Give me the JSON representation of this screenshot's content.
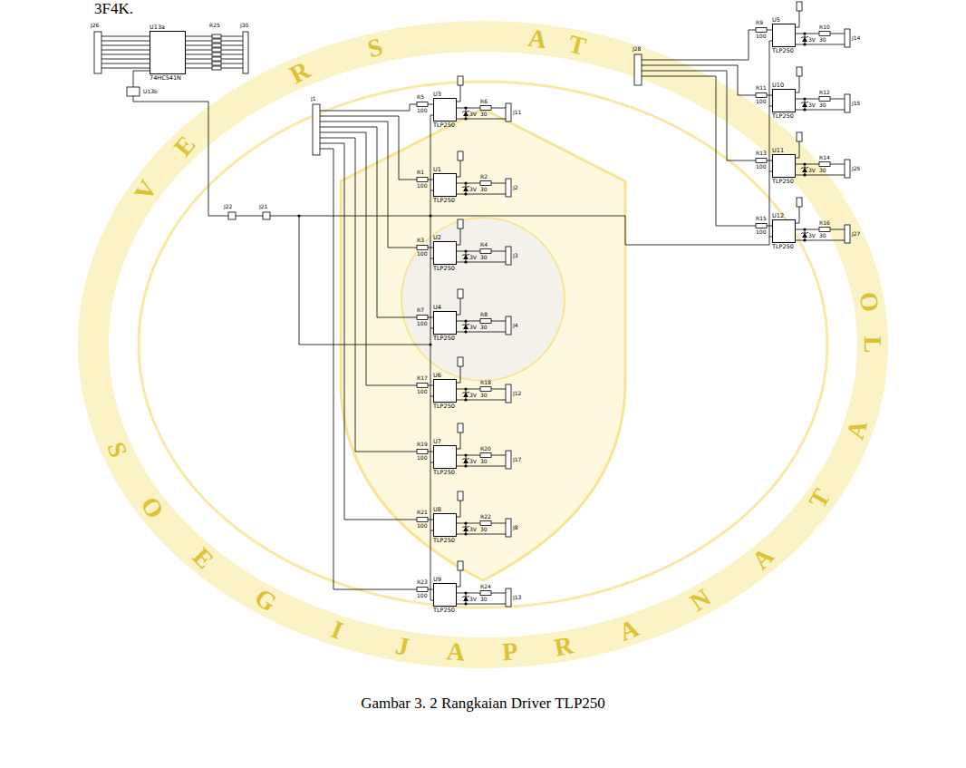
{
  "diagram": {
    "caption": "Gambar 3. 2 Rangkaian Driver TLP250",
    "nodes": [
      {
        "text": [
          "U13a",
          "74HC541N"
        ]
      },
      {
        "text": [
          "U3",
          "TLP250"
        ]
      },
      {
        "text": [
          "U1",
          "TLP250"
        ]
      },
      {
        "text": [
          "U2",
          "TLP250"
        ]
      },
      {
        "text": [
          "U4",
          "TLP250"
        ]
      },
      {
        "text": [
          "U6",
          "TLP250"
        ]
      },
      {
        "text": [
          "U7",
          "TLP250"
        ]
      },
      {
        "text": [
          "U8",
          "TLP250"
        ]
      },
      {
        "text": [
          "U9",
          "TLP250"
        ]
      },
      {
        "text": [
          "U5",
          "TLP250"
        ]
      },
      {
        "text": [
          "U10",
          "TLP250"
        ]
      },
      {
        "text": [
          "U11",
          "TLP250"
        ]
      },
      {
        "text": [
          "U12",
          "TLP250"
        ]
      }
    ],
    "labels": [
      "3F4K.",
      "R5",
      "100",
      "R6",
      "30",
      "3V",
      "J11",
      "R1",
      "100",
      "R2",
      "30",
      "3V",
      "J2",
      "R3",
      "100",
      "R4",
      "30",
      "3V",
      "J3",
      "R7",
      "100",
      "R8",
      "30",
      "3V",
      "J4",
      "R17",
      "100",
      "R18",
      "30",
      "3V",
      "J12",
      "R19",
      "100",
      "R20",
      "30",
      "3V",
      "J17",
      "R21",
      "100",
      "R22",
      "30",
      "3V",
      "J8",
      "R23",
      "100",
      "R24",
      "30",
      "3V",
      "J13",
      "R9",
      "100",
      "R10",
      "30",
      "3V",
      "J14",
      "R11",
      "100",
      "R12",
      "30",
      "3V",
      "J15",
      "R13",
      "100",
      "R14",
      "30",
      "3V",
      "J25",
      "R15",
      "100",
      "R16",
      "30",
      "3V",
      "J27",
      "J26",
      "R25",
      "J30",
      "U13b",
      "J22",
      "J21",
      "J1",
      "J28",
      "V",
      "E",
      "R",
      "S",
      "A",
      "T",
      "O",
      "L",
      "S",
      "O",
      "E",
      "G",
      "I",
      "J",
      "A",
      "P",
      "R",
      "A",
      "N",
      "A",
      "T",
      "A"
    ]
  }
}
